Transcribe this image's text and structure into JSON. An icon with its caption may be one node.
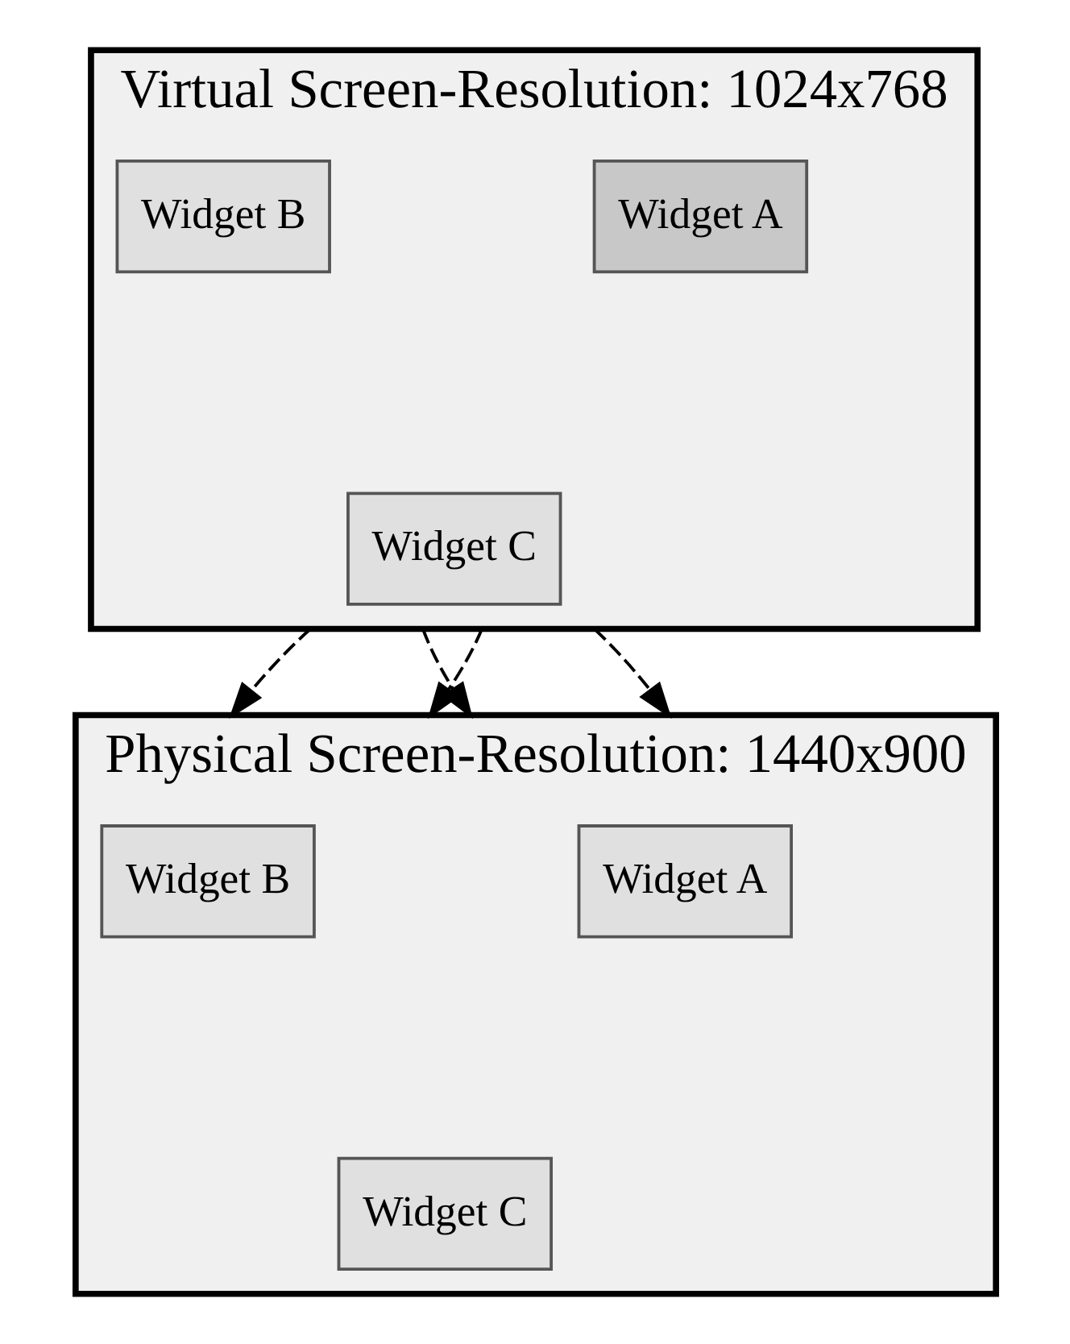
{
  "diagram": {
    "nodes": [
      {
        "text": [
          "Virtual Screen-Resolution: 1024x768"
        ]
      },
      {
        "text": [
          "Widget A"
        ],
        "in": 0
      },
      {
        "text": [
          "Widget B"
        ],
        "in": 0
      },
      {
        "text": [
          "Widget C"
        ],
        "in": 0
      },
      {
        "text": [
          "Physical Screen-Resolution: 1440x900"
        ]
      },
      {
        "text": [
          "Widget A"
        ],
        "in": 4
      },
      {
        "text": [
          "Widget B"
        ],
        "in": 4
      },
      {
        "text": [
          "Widget C"
        ],
        "in": 4
      }
    ],
    "edges": [
      {
        "from": 0,
        "to": 4,
        "arrow": "to",
        "style": "dashed"
      },
      {
        "from": 0,
        "to": 4,
        "arrow": "to",
        "style": "dashed"
      },
      {
        "from": 0,
        "to": 4,
        "arrow": "to",
        "style": "dashed"
      },
      {
        "from": 0,
        "to": 4,
        "arrow": "to",
        "style": "dashed"
      }
    ]
  }
}
